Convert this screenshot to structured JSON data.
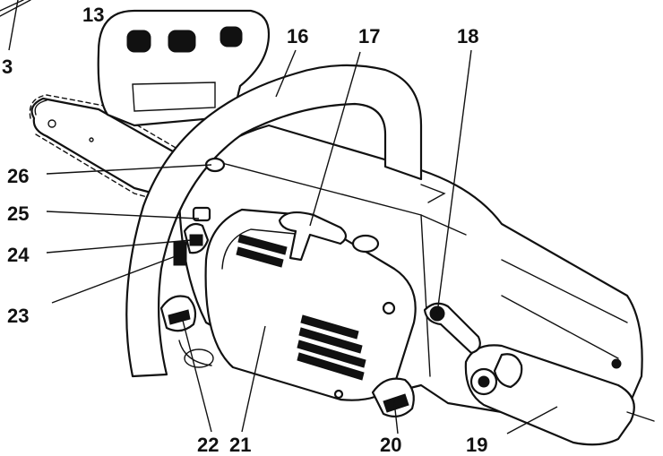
{
  "callouts": {
    "c3": "3",
    "c13": "13",
    "c16": "16",
    "c17": "17",
    "c18": "18",
    "c19": "19",
    "c20": "20",
    "c21": "21",
    "c22": "22",
    "c23": "23",
    "c24": "24",
    "c25": "25",
    "c26": "26"
  }
}
